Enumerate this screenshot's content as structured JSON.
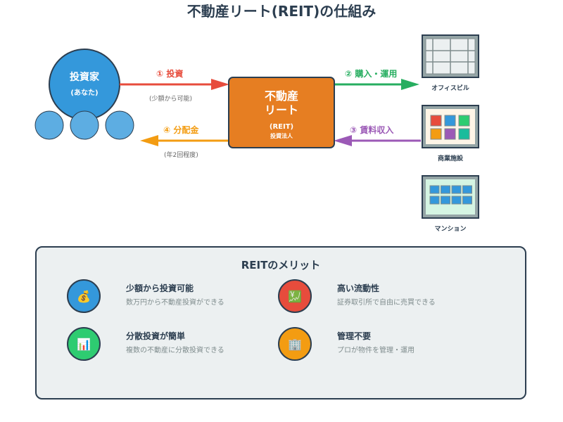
{
  "title": "不動産リート(REIT)の仕組み",
  "investor": {
    "label": "投資家",
    "sublabel": "(あなた)",
    "color": "#3498db",
    "sub_circle_color": "#5dade2"
  },
  "reit": {
    "line1": "不動産",
    "line2": "リート",
    "line3": "(REIT)",
    "line4": "投資法人",
    "color": "#e67e22"
  },
  "flows": [
    {
      "step": "①",
      "label": "① 投資",
      "note": "(少額から可能)",
      "color": "#e74c3c",
      "direction": "investor-to-reit"
    },
    {
      "step": "②",
      "label": "② 購入・運用",
      "note": "",
      "color": "#27ae60",
      "direction": "reit-to-properties"
    },
    {
      "step": "③",
      "label": "③ 賃料収入",
      "note": "",
      "color": "#9b59b6",
      "direction": "properties-to-reit"
    },
    {
      "step": "④",
      "label": "④ 分配金",
      "note": "(年2回程度)",
      "color": "#f39c12",
      "direction": "reit-to-investor"
    }
  ],
  "properties": [
    {
      "name": "オフィスビル",
      "icon": "office-building-icon"
    },
    {
      "name": "商業施設",
      "icon": "commercial-facility-icon",
      "tile_colors": [
        "#e74c3c",
        "#3498db",
        "#2ecc71",
        "#f39c12",
        "#9b59b6",
        "#1abc9c"
      ]
    },
    {
      "name": "マンション",
      "icon": "apartment-icon"
    }
  ],
  "merits": {
    "title": "REITのメリット",
    "items": [
      {
        "title": "少額から投資可能",
        "desc": "数万円から不動産投資ができる",
        "icon": "money-bag-icon",
        "glyph": "💰",
        "color": "#3498db"
      },
      {
        "title": "高い流動性",
        "desc": "証券取引所で自由に売買できる",
        "icon": "chart-yen-icon",
        "glyph": "💹",
        "color": "#e74c3c"
      },
      {
        "title": "分散投資が簡単",
        "desc": "複数の不動産に分散投資できる",
        "icon": "bar-chart-icon",
        "glyph": "📊",
        "color": "#2ecc71"
      },
      {
        "title": "管理不要",
        "desc": "プロが物件を管理・運用",
        "icon": "office-icon",
        "glyph": "🏢",
        "color": "#f39c12"
      }
    ]
  }
}
